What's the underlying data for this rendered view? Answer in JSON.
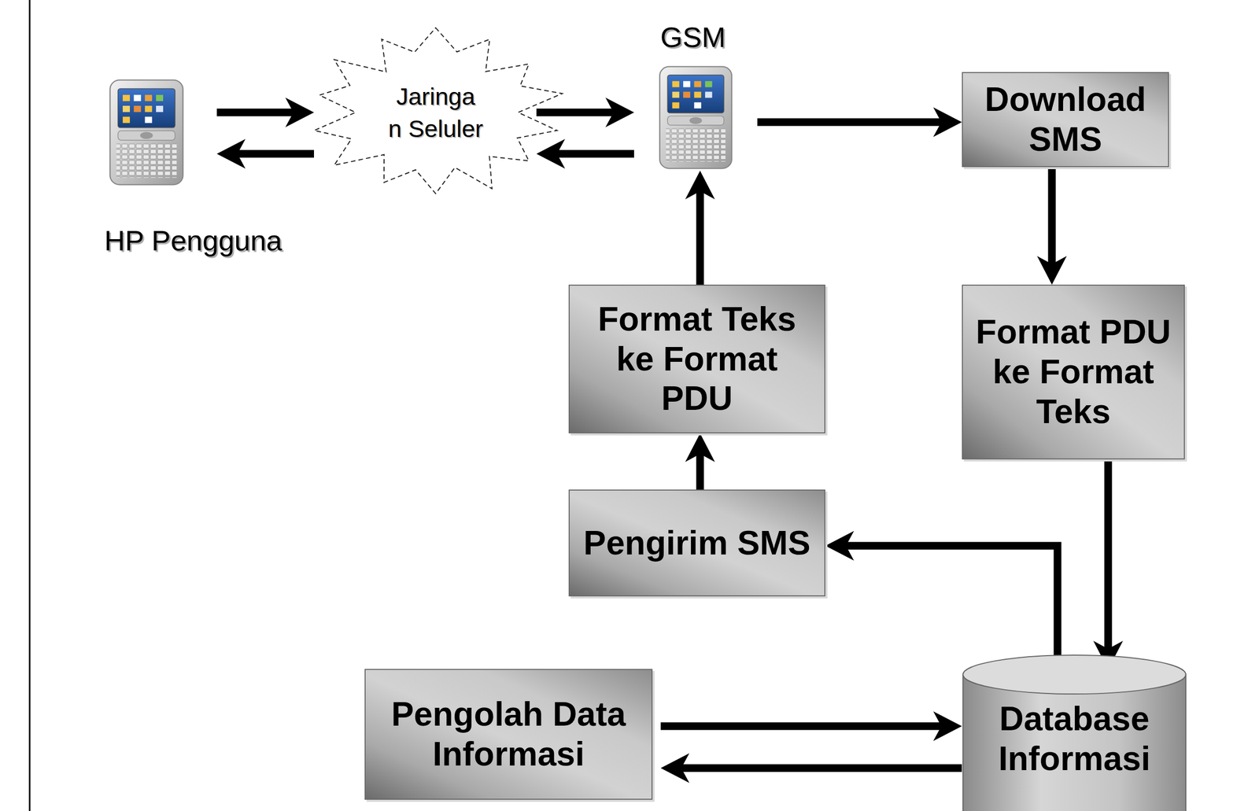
{
  "diagram": {
    "nodes": [
      {
        "text": [
          "HP Pengguna"
        ]
      },
      {
        "text": [
          "Jaringa n Seluler"
        ]
      },
      {
        "text": [
          "GSM"
        ]
      },
      {
        "text": [
          "Download SMS"
        ]
      },
      {
        "text": [
          "Format PDU ke Format Teks"
        ]
      },
      {
        "text": [
          "Format Teks ke Format PDU"
        ]
      },
      {
        "text": [
          "Pengirim SMS"
        ]
      },
      {
        "text": [
          "Pengolah Data Informasi"
        ]
      },
      {
        "text": [
          "Database Informasi"
        ]
      }
    ],
    "edges": [
      {
        "from": 0,
        "to": 1,
        "arrow": "to"
      },
      {
        "from": 1,
        "to": 0,
        "arrow": "to"
      },
      {
        "from": 1,
        "to": 2,
        "arrow": "to"
      },
      {
        "from": 2,
        "to": 1,
        "arrow": "to"
      },
      {
        "from": 2,
        "to": 3,
        "arrow": "to"
      },
      {
        "from": 3,
        "to": 4,
        "arrow": "to"
      },
      {
        "from": 4,
        "to": 8,
        "arrow": "to"
      },
      {
        "from": 8,
        "to": 6,
        "arrow": "to"
      },
      {
        "from": 6,
        "to": 5,
        "arrow": "to"
      },
      {
        "from": 5,
        "to": 2,
        "arrow": "to"
      },
      {
        "from": 7,
        "to": 8,
        "arrow": "to"
      },
      {
        "from": 8,
        "to": 7,
        "arrow": "to"
      }
    ]
  }
}
